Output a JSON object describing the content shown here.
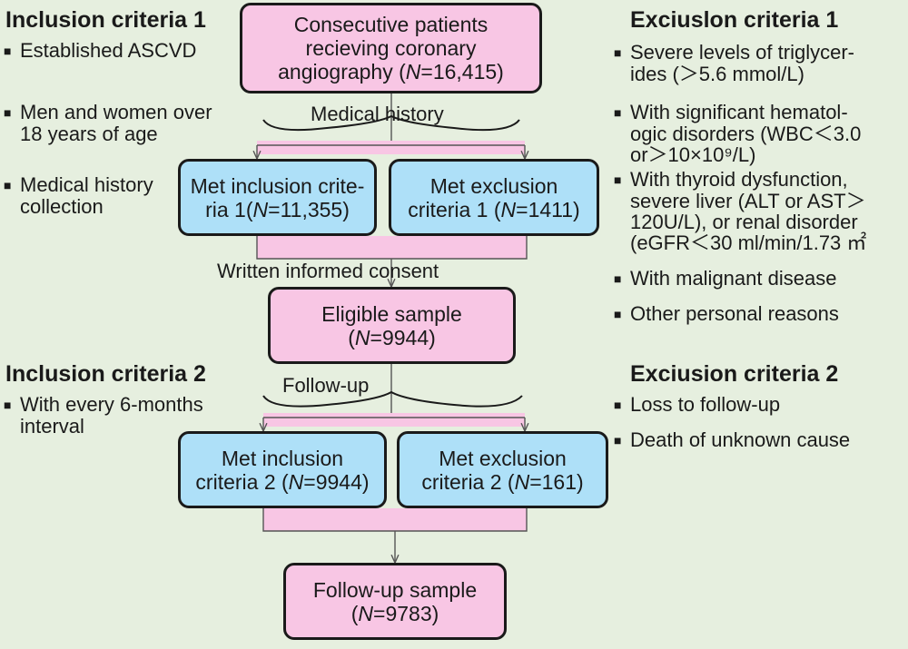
{
  "boxes": {
    "consecutive": {
      "line1": "Consecutive patients",
      "line2": "recieving coronary",
      "line3_pre": "angiography (",
      "n": "N",
      "line3_post": "=16,415)"
    },
    "met_incl_1": {
      "line1": "Met inclusion crite-",
      "line2_pre": "ria 1(",
      "n": "N",
      "line2_post": "=11,355)"
    },
    "met_excl_1": {
      "line1": "Met exclusion",
      "line2_pre": "criteria 1 (",
      "n": "N",
      "line2_post": "=1411)"
    },
    "eligible": {
      "line1": "Eligible sample",
      "line2_pre": "(",
      "n": "N",
      "line2_post": "=9944)"
    },
    "met_incl_2": {
      "line1": "Met inclusion",
      "line2_pre": "criteria 2 (",
      "n": "N",
      "line2_post": "=9944)"
    },
    "met_excl_2": {
      "line1": "Met exclusion",
      "line2_pre": "criteria 2 (",
      "n": "N",
      "line2_post": "=161)"
    },
    "followup": {
      "line1": "Follow-up sample",
      "line2_pre": "(",
      "n": "N",
      "line2_post": "=9783)"
    }
  },
  "edge_labels": {
    "medical_history": "Medical history",
    "written_consent": "Written informed consent",
    "follow_up": "Follow-up"
  },
  "inclusion_1": {
    "title": "Inclusion criteria 1",
    "items": [
      {
        "line1": "Established ASCVD",
        "line2": ""
      },
      {
        "line1": "Men and women over",
        "line2": "18 years of age"
      },
      {
        "line1": "Medical history",
        "line2": "collection"
      }
    ]
  },
  "exclusion_1": {
    "title": "Exciuslon criteria 1",
    "items": [
      {
        "line1": "Severe levels of triglycer-",
        "line2": "ides (＞5.6 mmol/L)",
        "line3": "",
        "line4": ""
      },
      {
        "line1": "With significant hematol-",
        "line2": "ogic disorders (WBC＜3.0",
        "line3": "or＞10×10⁹/L)",
        "line4": ""
      },
      {
        "line1": "With thyroid dysfunction,",
        "line2": "severe liver (ALT or AST＞",
        "line3": "120U/L), or renal disorder",
        "line4": "(eGFR＜30 ml/min/1.73 ㎡"
      },
      {
        "line1": "With malignant disease",
        "line2": "",
        "line3": "",
        "line4": ""
      },
      {
        "line1": "Other personal reasons",
        "line2": "",
        "line3": "",
        "line4": ""
      }
    ]
  },
  "inclusion_2": {
    "title": "Inclusion criteria 2",
    "items": [
      {
        "line1": "With every 6-months",
        "line2": "interval"
      }
    ]
  },
  "exclusion_2": {
    "title": "Exciusion criteria 2",
    "items": [
      {
        "line1": "Loss to follow-up"
      },
      {
        "line1": "Death of unknown cause"
      }
    ]
  },
  "colors": {
    "background": "#e6efdf",
    "pink_box": "#f8c6e4",
    "blue_box": "#aee0f8",
    "stroke": "#1a1a1a",
    "connector": "#555555"
  }
}
